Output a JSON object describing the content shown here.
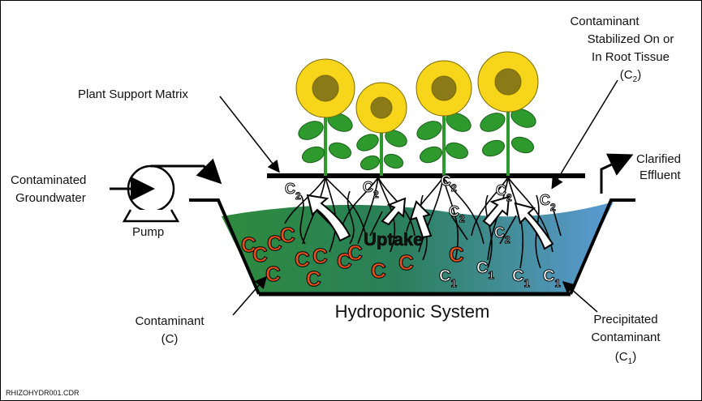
{
  "labels": {
    "plant_support": "Plant Support Matrix",
    "stabilized_l1": "Contaminant",
    "stabilized_l2": "Stabilized On or",
    "stabilized_l3": "In Root Tissue",
    "stabilized_l4": "(C",
    "stabilized_sub": "2",
    "stabilized_close": ")",
    "groundwater_l1": "Contaminated",
    "groundwater_l2": "Groundwater",
    "pump": "Pump",
    "effluent_l1": "Clarified",
    "effluent_l2": "Effluent",
    "uptake": "Uptake",
    "system": "Hydroponic System",
    "contaminant_l1": "Contaminant",
    "contaminant_l2": "(C)",
    "precip_l1": "Precipitated",
    "precip_l2": "Contaminant",
    "precip_l3": "(C",
    "precip_sub": "1",
    "precip_close": ")",
    "footer": "RHIZOHYDR001.CDR"
  },
  "symbols": {
    "c": "C",
    "sub1": "1",
    "sub2": "2"
  },
  "colors": {
    "water_left": "#2e8b3c",
    "water_right": "#5b9bd5",
    "contaminant_orange": "#e8521a",
    "petal": "#f7d51a",
    "center": "#8a7a18",
    "leaf": "#2e9a2e"
  }
}
